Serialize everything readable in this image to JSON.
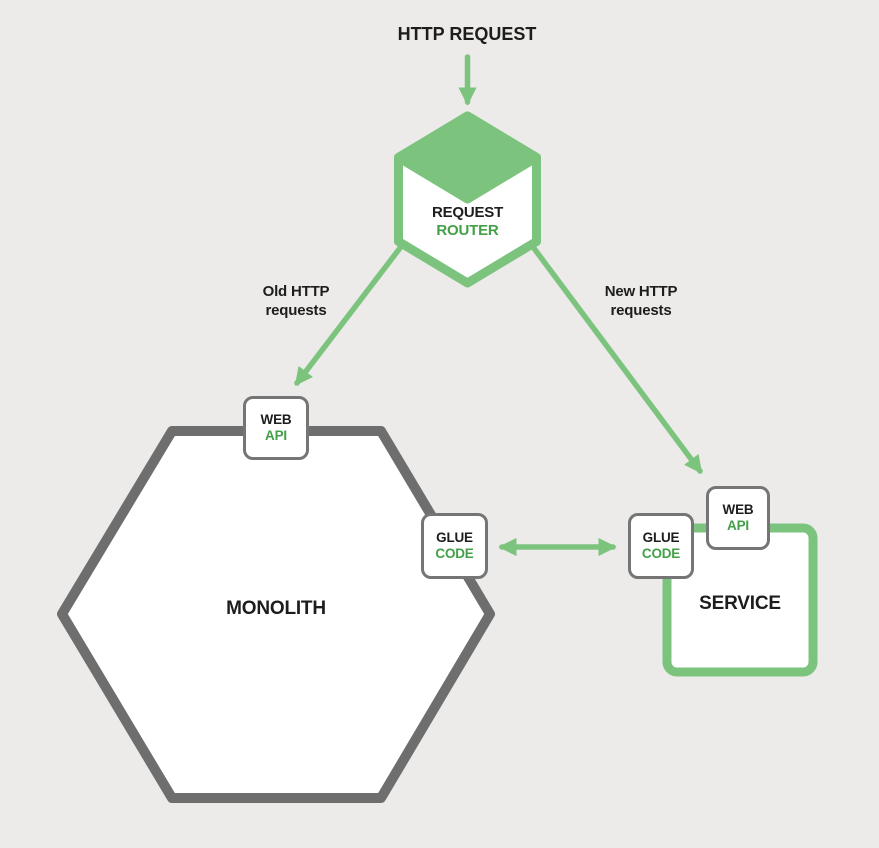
{
  "theme": {
    "background": "#ECEBE9",
    "green": "#7CC47E",
    "green_text": "#43A047",
    "gray": "#6E6E6E",
    "badge_border": "#757575",
    "text_black": "#1D1D1D"
  },
  "title": "HTTP REQUEST",
  "router": {
    "line1": "REQUEST",
    "line2": "ROUTER"
  },
  "edges": {
    "old": {
      "line1": "Old HTTP",
      "line2": "requests"
    },
    "new": {
      "line1": "New HTTP",
      "line2": "requests"
    }
  },
  "monolith": {
    "label": "MONOLITH",
    "web_api": {
      "line1": "WEB",
      "line2": "API"
    },
    "glue": {
      "line1": "GLUE",
      "line2": "CODE"
    }
  },
  "service": {
    "label": "SERVICE",
    "web_api": {
      "line1": "WEB",
      "line2": "API"
    },
    "glue": {
      "line1": "GLUE",
      "line2": "CODE"
    }
  }
}
